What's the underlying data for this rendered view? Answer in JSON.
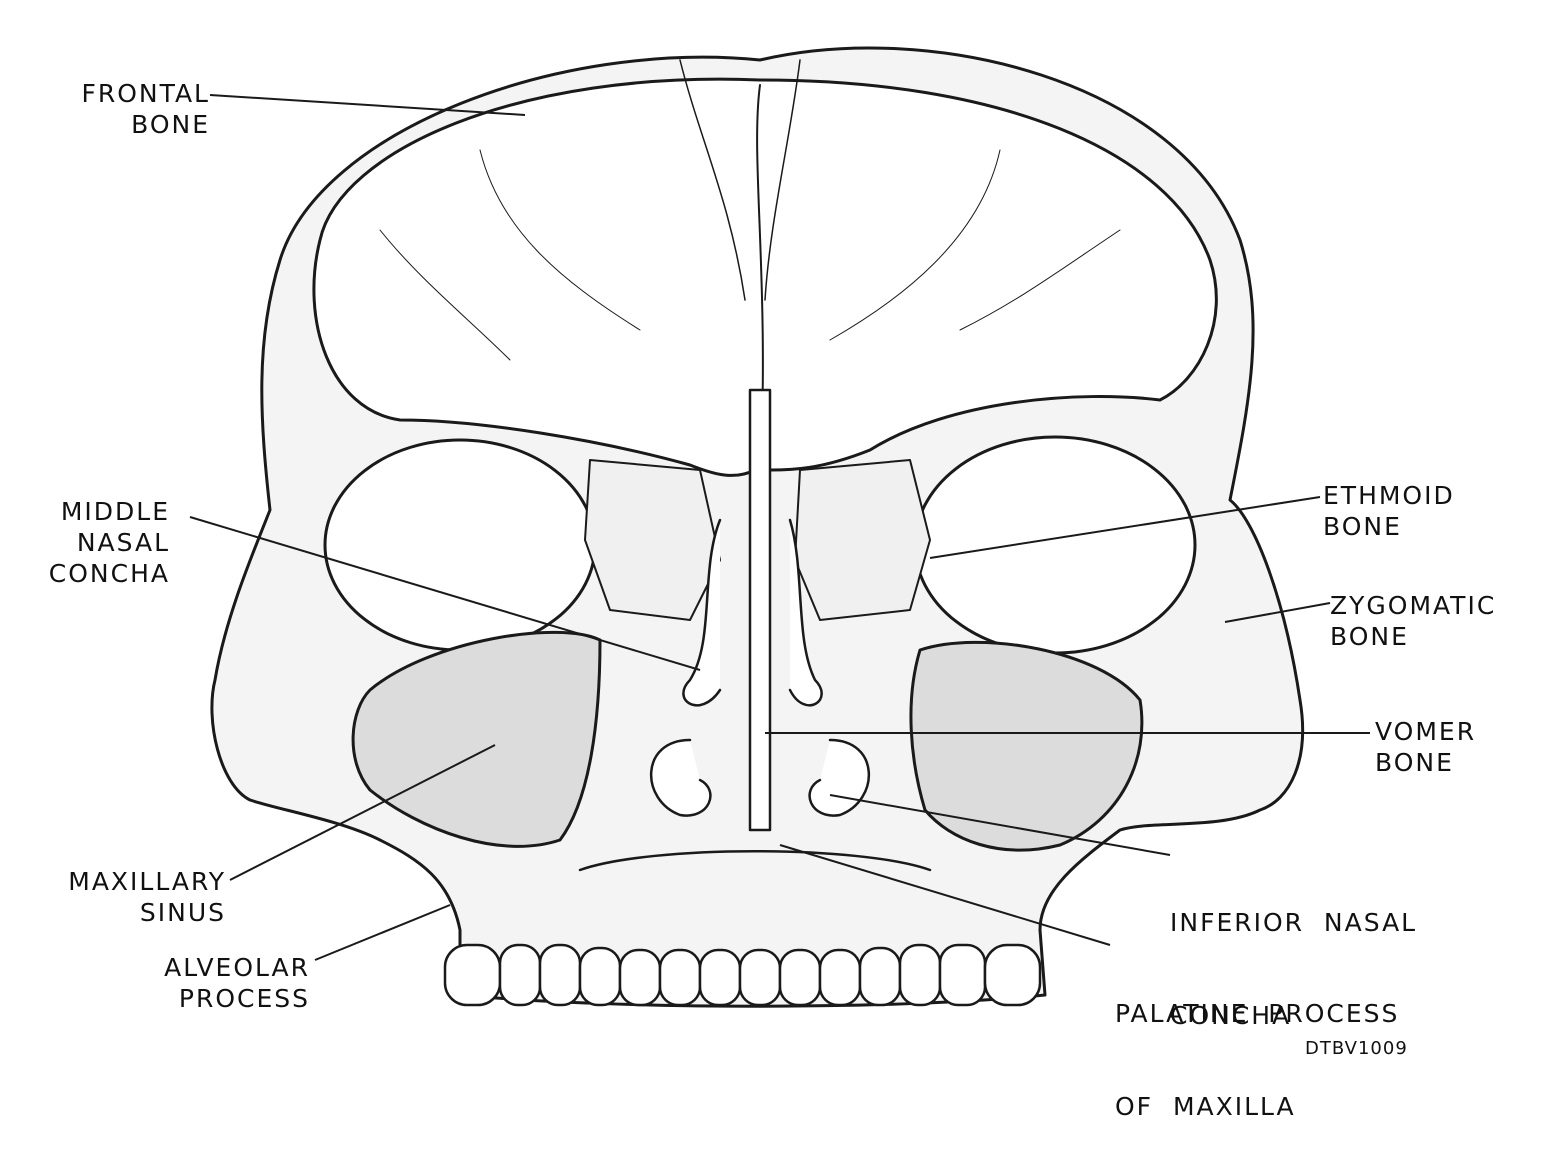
{
  "labels": {
    "frontal_bone": [
      "FRONTAL",
      "BONE"
    ],
    "middle_nasal_concha": [
      "MIDDLE",
      "NASAL",
      "CONCHA"
    ],
    "maxillary_sinus": [
      "MAXILLARY",
      "SINUS"
    ],
    "alveolar_process": [
      "ALVEOLAR",
      "PROCESS"
    ],
    "ethmoid_bone": [
      "ETHMOID",
      "BONE"
    ],
    "zygomatic_bone": [
      "ZYGOMATIC",
      "BONE"
    ],
    "vomer_bone": [
      "VOMER",
      "BONE"
    ],
    "inferior_nasal_concha": [
      "INFERIOR  NASAL",
      "CONCHA"
    ],
    "palatine_process": [
      "PALATINE  PROCESS",
      "OF  MAXILLA"
    ]
  },
  "figure_code": "DTBV1009",
  "colors": {
    "line": "#1a1a1a",
    "bone_fill": "#f4f4f4",
    "sinus_fill": "#dcdcdc",
    "background": "#ffffff"
  }
}
